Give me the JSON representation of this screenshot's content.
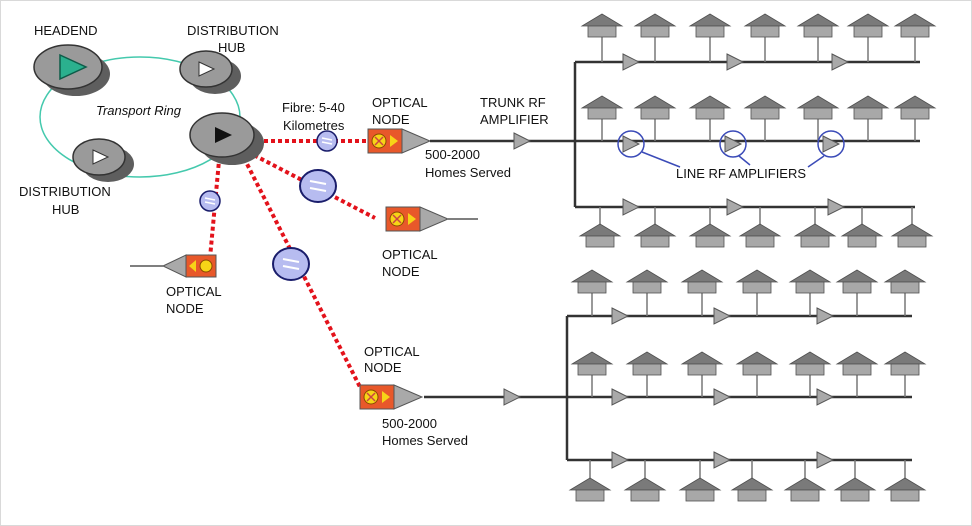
{
  "labels": {
    "headend": "HEADEND",
    "dist_hub_top_1": "DISTRIBUTION",
    "dist_hub_top_2": "HUB",
    "dist_hub_left_1": "DISTRIBUTION",
    "dist_hub_left_2": "HUB",
    "transport_ring": "Transport Ring",
    "fibre_1": "Fibre: 5-40",
    "fibre_2": "Kilometres",
    "optical_node_top_1": "OPTICAL",
    "optical_node_top_2": "NODE",
    "trunk_rf_1": "TRUNK RF",
    "trunk_rf_2": "AMPLIFIER",
    "homes_top_1": "500-2000",
    "homes_top_2": "Homes Served",
    "line_rf_amplifiers": "LINE RF AMPLIFIERS",
    "optical_node_mid_1": "OPTICAL",
    "optical_node_mid_2": "NODE",
    "optical_node_left_1": "OPTICAL",
    "optical_node_left_2": "NODE",
    "optical_node_bottom_1": "OPTICAL",
    "optical_node_bottom_2": "NODE",
    "homes_bottom_1": "500-2000",
    "homes_bottom_2": "Homes Served"
  },
  "colors": {
    "fibre": "#e3121b",
    "ring": "#44c9ad",
    "hub_body": "#9a9a9a",
    "hub_shadow": "#5e5e5e",
    "headend_triangle": "#2bb08e",
    "node_box": "#e8582a",
    "node_icon": "#f7d417",
    "coax": "#333333",
    "amplifier": "#a9a9a9",
    "house_roof": "#7a7a7a",
    "house_body": "#a8a8a8",
    "line_amp_circle": "#3b4bb8",
    "splitter": "#b7bcf0"
  }
}
